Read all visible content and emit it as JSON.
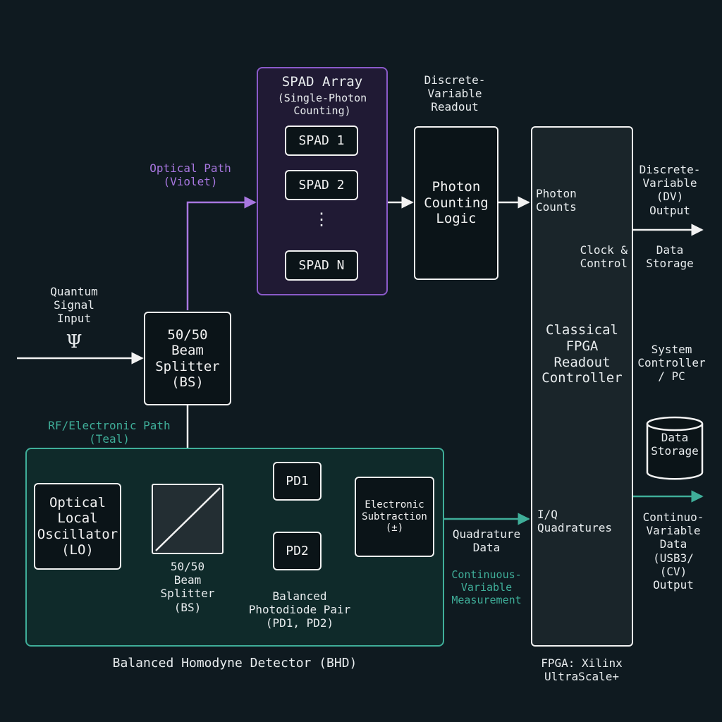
{
  "input": {
    "label": "Quantum\nSignal\nInput",
    "symbol": "Ψ"
  },
  "beam_splitter_1": {
    "label": "50/50\nBeam\nSplitter\n(BS)"
  },
  "optical_path": {
    "label": "Optical Path\n(Violet)",
    "color": "#a877e0"
  },
  "rf_path": {
    "label": "RF/Electronic Path\n(Teal)",
    "color": "#3fae99"
  },
  "spad_array": {
    "title": "SPAD Array",
    "subtitle": "(Single-Photon\nCounting)",
    "items": [
      "SPAD 1",
      "SPAD 2",
      "SPAD N"
    ],
    "ellipsis": "⋮"
  },
  "dv_readout_label": "Discrete-\nVariable\nReadout",
  "photon_counting": {
    "label": "Photon\nCounting\nLogic"
  },
  "fpga": {
    "title": "Classical\nFPGA\nReadout\nController",
    "photon_counts": "Photon\nCounts",
    "clock_control": "Clock &\nControl",
    "iq": "I/Q\nQuadratures",
    "caption": "FPGA: Xilinx\nUltraScale+"
  },
  "dv_output": "Discrete-\nVariable\n(DV)\nOutput",
  "data_storage_text": "Data\nStorage",
  "system_controller": "System\nController\n/ PC",
  "data_storage_cylinder": "Data\nStorage",
  "cv_output": "Continuo-\nVariable\nData\n(USB3/\n(CV)\nOutput",
  "bhd": {
    "title": "Balanced Homodyne Detector (BHD)",
    "lo": "Optical\nLocal\nOscillator\n(LO)",
    "bs2_label": "50/50\nBeam\nSplitter\n(BS)",
    "pd1": "PD1",
    "pd2": "PD2",
    "pd_pair_label": "Balanced\nPhotodiode Pair\n(PD1, PD2)",
    "subtraction": "Electronic\nSubtraction\n(±)"
  },
  "quadrature_data": "Quadrature\nData",
  "cv_measurement": "Continuous-\nVariable\nMeasurement"
}
